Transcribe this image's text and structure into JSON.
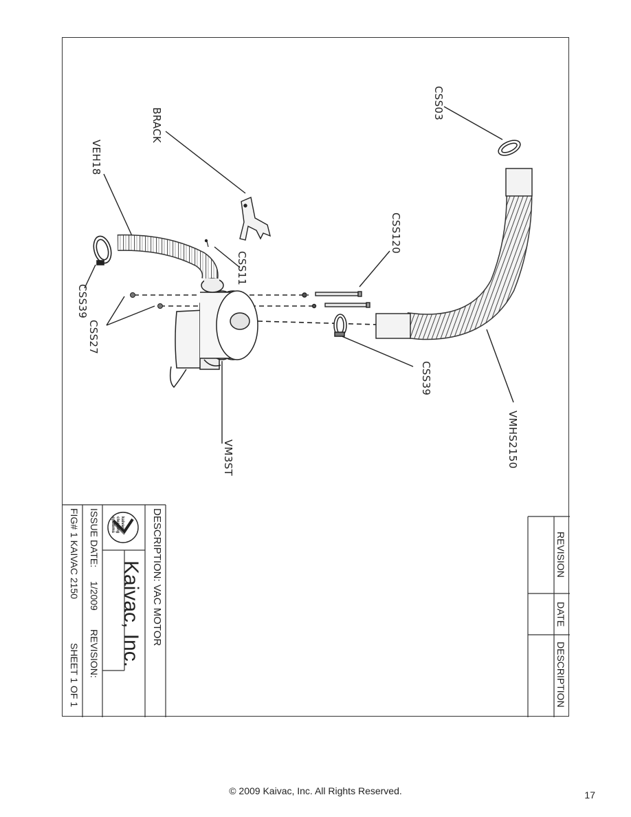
{
  "title_block": {
    "description": "DESCRIPTION: VAC MOTOR",
    "company_name": "Kaivac, Inc.",
    "logo_text": "kaivac cleaning systems",
    "issue_date_label": "ISSUE DATE:",
    "issue_date": "1/2009",
    "revision_label": "REVISION:",
    "figure": "FIG# 1  KAIVAC 2150",
    "sheet": "SHEET 1 OF 1"
  },
  "revision_table": {
    "headers": [
      "REVISION",
      "DATE",
      "DESCRIPTION"
    ]
  },
  "part_labels": {
    "css03": "CSS03",
    "brack": "BRACK",
    "veh18": "VEH18",
    "css120": "CSS120",
    "css11": "CSS11",
    "css39_left": "CSS39",
    "css27": "CSS27",
    "css39_right": "CSS39",
    "vm3st": "VM3ST",
    "vmhs2150": "VMHS2150"
  },
  "footer": {
    "copyright": "© 2009 Kaivac, Inc. All Rights Reserved.",
    "page_number": "17"
  }
}
